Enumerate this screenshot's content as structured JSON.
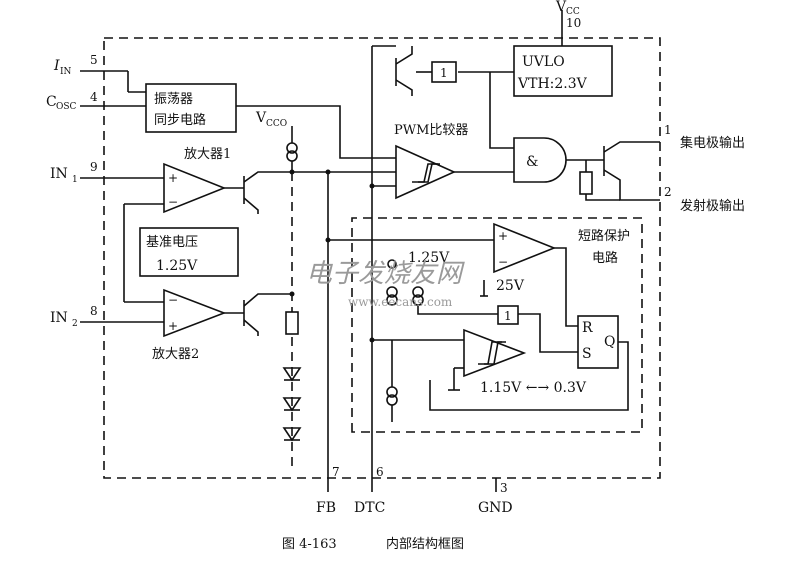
{
  "pins": {
    "vcc_label": "V",
    "vcc_sub": "CC",
    "vcc_num": "10",
    "iin_label": "I",
    "iin_sub": "IN",
    "iin_num": "5",
    "cosc_label": "C",
    "cosc_sub": "OSC",
    "cosc_num": "4",
    "in1_label": "IN",
    "in1_sub": "1",
    "in1_num": "9",
    "in2_label": "IN",
    "in2_sub": "2",
    "in2_num": "8",
    "out1_num": "1",
    "out1_label": "集电极输出",
    "out2_num": "2",
    "out2_label": "发射极输出",
    "fb_num": "7",
    "fb_label": "FB",
    "dtc_num": "6",
    "dtc_label": "DTC",
    "gnd_num": "3",
    "gnd_label": "GND"
  },
  "blocks": {
    "osc_line1": "振荡器",
    "osc_line2": "同步电路",
    "uvlo_line1": "UVLO",
    "uvlo_line2": "VTH:2.3V",
    "pwm_label": "PWM比较器",
    "amp1_label": "放大器1",
    "amp2_label": "放大器2",
    "ref_line1": "基准电压",
    "ref_line2": "1.25V",
    "scp_line1": "短路保护",
    "scp_line2": "电路",
    "and_label": "&",
    "inv_label": "1",
    "ff_r": "R",
    "ff_s": "S",
    "ff_q": "Q",
    "vcco_label": "V",
    "vcco_sub": "CCO",
    "v125a": "1.25V",
    "v125b": "25V",
    "hyst_label": "1.15V ←→ 0.3V"
  },
  "watermark": {
    "cn": "电子发烧友网",
    "url": "www.eecans.com"
  },
  "caption": {
    "fig": "图 4-163",
    "title": "内部结构框图"
  }
}
